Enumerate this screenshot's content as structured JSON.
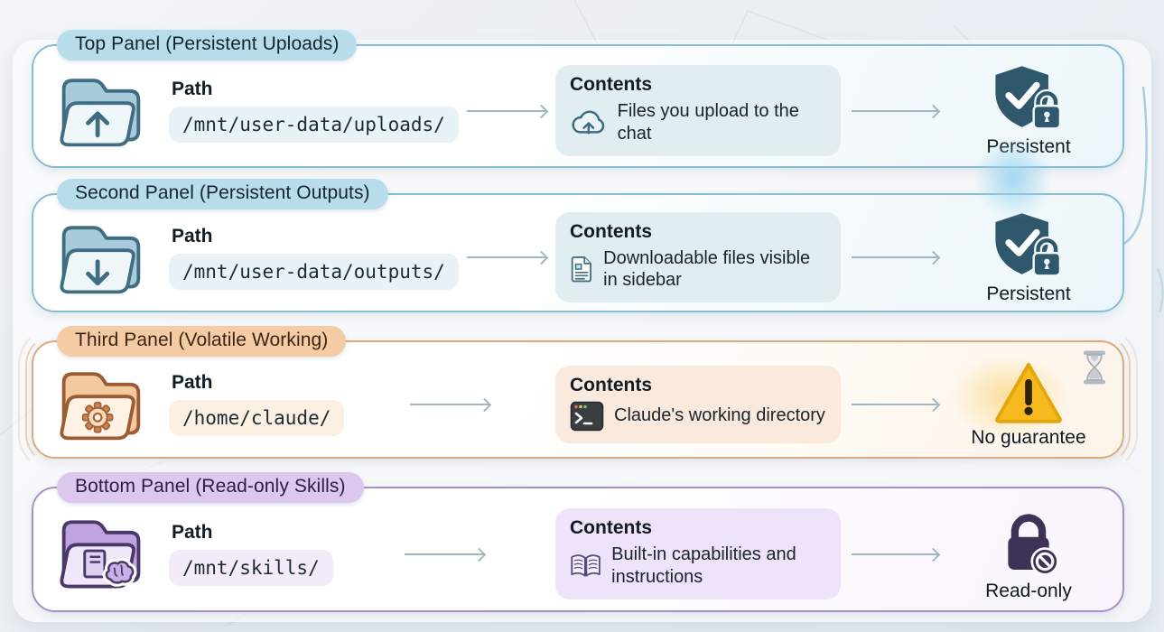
{
  "arrow_color": "#a2b6c2",
  "panels": [
    {
      "badge": "Top Panel (Persistent Uploads)",
      "path_label": "Path",
      "path": "/mnt/user-data/uploads/",
      "contents_label": "Contents",
      "contents_text": "Files you upload to the chat",
      "status": "Persistent",
      "icons": {
        "folder": "folder-upload-icon",
        "contents": "cloud-upload-icon",
        "status": "shield-check-lock-icon"
      },
      "theme": {
        "border": "#85bdd5",
        "badge_bg": "#b9dcea",
        "badge_text": "#13262f",
        "chip_bg": "#e9f3f7",
        "box_bg": "#e2edf2",
        "tint": "#ecf6fa",
        "accent": "#2f586c"
      }
    },
    {
      "badge": "Second Panel (Persistent Outputs)",
      "path_label": "Path",
      "path": "/mnt/user-data/outputs/",
      "contents_label": "Contents",
      "contents_text": "Downloadable files visible in sidebar",
      "status": "Persistent",
      "icons": {
        "folder": "folder-download-icon",
        "contents": "document-icon",
        "status": "shield-check-lock-icon"
      },
      "theme": {
        "border": "#85bdd5",
        "badge_bg": "#b9dcea",
        "badge_text": "#13262f",
        "chip_bg": "#e9f3f7",
        "box_bg": "#e2edf2",
        "tint": "#ecf6fa",
        "accent": "#2f586c"
      }
    },
    {
      "badge": "Third Panel (Volatile Working)",
      "path_label": "Path",
      "path": "/home/claude/",
      "contents_label": "Contents",
      "contents_text": "Claude's working directory",
      "status": "No guarantee",
      "icons": {
        "folder": "folder-gear-icon",
        "contents": "terminal-icon",
        "status": "warning-triangle-icon",
        "corner": "hourglass-icon"
      },
      "theme": {
        "border": "#dcaa7d",
        "badge_bg": "#f4cba3",
        "badge_text": "#3c2410",
        "chip_bg": "#fcf0e2",
        "box_bg": "#faeadd",
        "tint": "#fdf4e9",
        "accent": "#a5633a"
      }
    },
    {
      "badge": "Bottom Panel (Read-only Skills)",
      "path_label": "Path",
      "path": "/mnt/skills/",
      "contents_label": "Contents",
      "contents_text": "Built-in capabilities and instructions",
      "status": "Read-only",
      "icons": {
        "folder": "folder-book-brain-icon",
        "contents": "open-book-icon",
        "status": "lock-prohibition-icon"
      },
      "theme": {
        "border": "#a78fc6",
        "badge_bg": "#dcc8ef",
        "badge_text": "#2a1d42",
        "chip_bg": "#f4ebfa",
        "box_bg": "#eee3f8",
        "tint": "#f8f4fd",
        "accent": "#4a3868"
      }
    }
  ],
  "status_colors": {
    "shield": "#2f586c",
    "warning_fill": "#f7ba1e",
    "warning_border": "#e2a70c",
    "lock": "#3e3356"
  }
}
